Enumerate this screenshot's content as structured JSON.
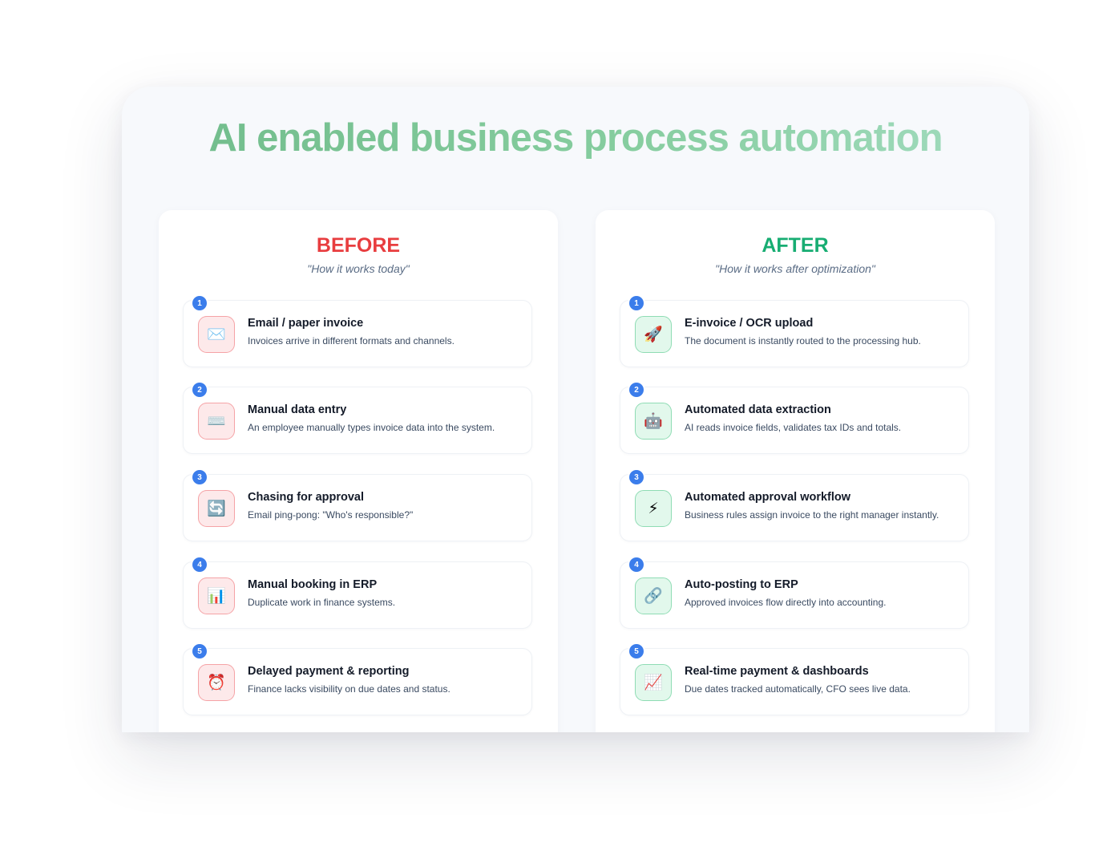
{
  "title": "AI enabled business process automation",
  "before": {
    "heading": "BEFORE",
    "subtitle": "\"How it works today\"",
    "steps": [
      {
        "number": "1",
        "icon": "✉️",
        "icon_name": "envelope-icon",
        "title": "Email / paper invoice",
        "description": "Invoices arrive in different formats and channels."
      },
      {
        "number": "2",
        "icon": "⌨️",
        "icon_name": "keyboard-icon",
        "title": "Manual data entry",
        "description": "An employee manually types invoice data into the system."
      },
      {
        "number": "3",
        "icon": "🔄",
        "icon_name": "refresh-icon",
        "title": "Chasing for approval",
        "description": "Email ping-pong: \"Who's responsible?\""
      },
      {
        "number": "4",
        "icon": "📊",
        "icon_name": "bar-chart-icon",
        "title": "Manual booking in ERP",
        "description": "Duplicate work in finance systems."
      },
      {
        "number": "5",
        "icon": "⏰",
        "icon_name": "alarm-clock-icon",
        "title": "Delayed payment & reporting",
        "description": "Finance lacks visibility on due dates and status."
      }
    ]
  },
  "after": {
    "heading": "AFTER",
    "subtitle": "\"How it works after optimization\"",
    "steps": [
      {
        "number": "1",
        "icon": "🚀",
        "icon_name": "rocket-icon",
        "title": "E-invoice / OCR upload",
        "description": "The document is instantly routed to the processing hub."
      },
      {
        "number": "2",
        "icon": "🤖",
        "icon_name": "robot-icon",
        "title": "Automated data extraction",
        "description": "AI reads invoice fields, validates tax IDs and totals."
      },
      {
        "number": "3",
        "icon": "⚡",
        "icon_name": "lightning-icon",
        "title": "Automated approval workflow",
        "description": "Business rules assign invoice to the right manager instantly."
      },
      {
        "number": "4",
        "icon": "🔗",
        "icon_name": "link-icon",
        "title": "Auto-posting to ERP",
        "description": "Approved invoices flow directly into accounting."
      },
      {
        "number": "5",
        "icon": "📈",
        "icon_name": "trending-chart-icon",
        "title": "Real-time payment & dashboards",
        "description": "Due dates tracked automatically, CFO sees live data."
      }
    ]
  },
  "colors": {
    "before_accent": "#e83d3f",
    "after_accent": "#17ad72",
    "step_badge": "#3b7deb",
    "title_gradient_start": "#6fbb8a",
    "title_gradient_end": "#a3dcc0"
  }
}
